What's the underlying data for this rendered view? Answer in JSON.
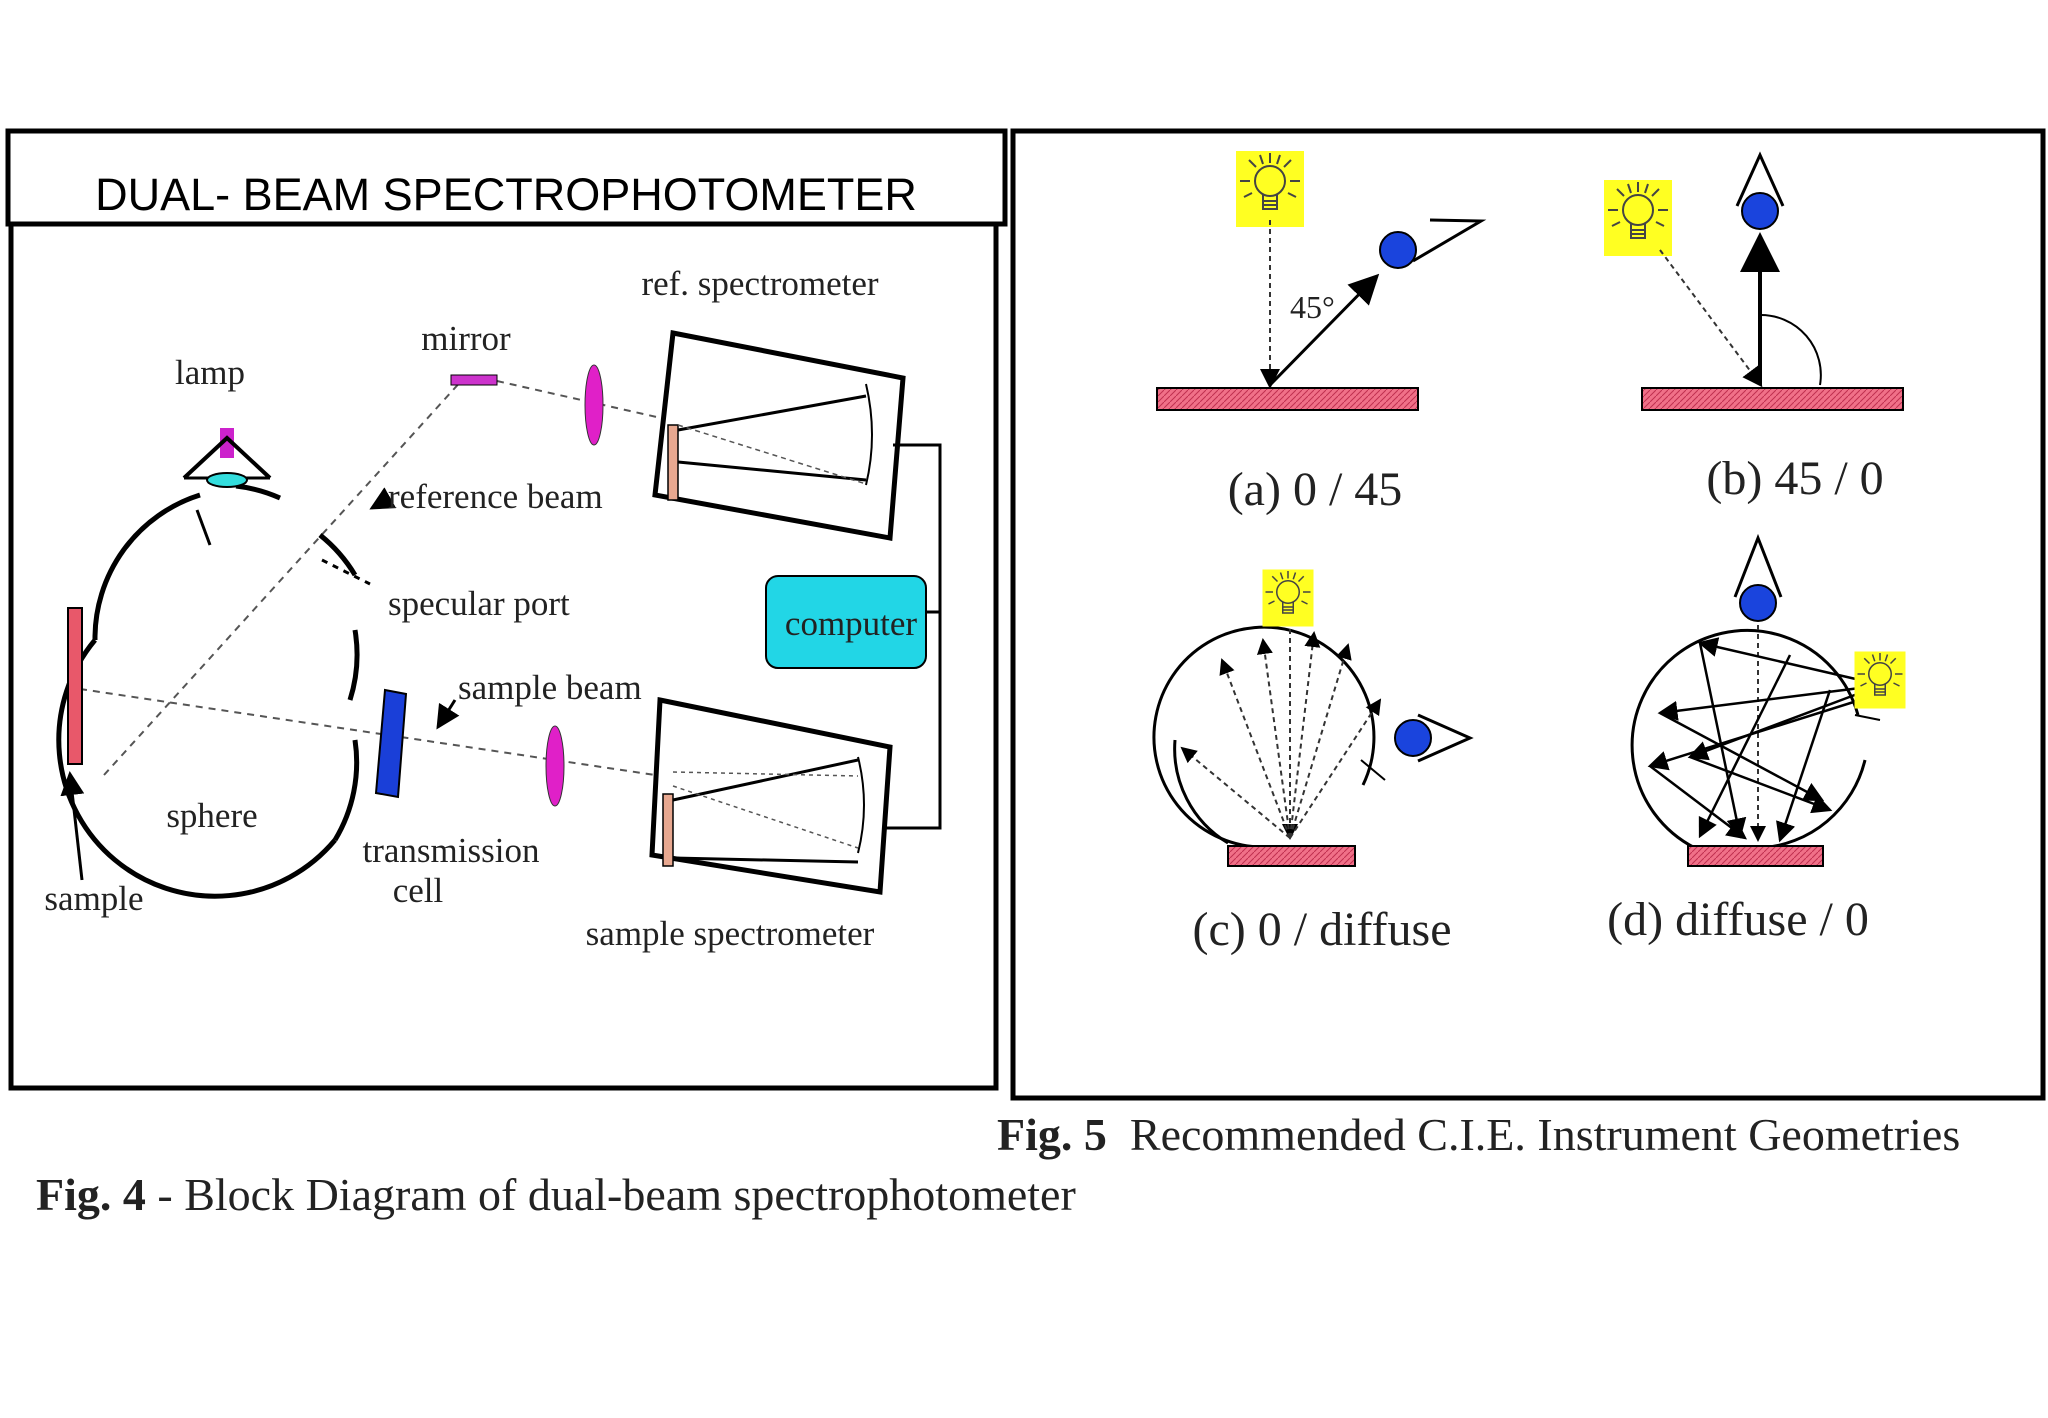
{
  "slide_title": "DUAL- BEAM SPECTROPHOTOMETER",
  "fig4": {
    "labels": {
      "lamp": "lamp",
      "mirror": "mirror",
      "ref_spectrometer": "ref. spectrometer",
      "reference_beam": "reference beam",
      "specular_port": "specular port",
      "computer": "computer",
      "sample_beam": "sample beam",
      "sphere": "sphere",
      "transmission_line1": "transmission",
      "transmission_line2": "cell",
      "sample": "sample",
      "sample_spectrometer": "sample spectrometer"
    },
    "caption_bold": "Fig. 4",
    "caption_rest": " - Block Diagram of dual-beam spectrophotometer"
  },
  "fig5": {
    "angle_label": "45°",
    "sub_a": "(a) 0 / 45",
    "sub_b": "(b) 45 / 0",
    "sub_c": "(c) 0 / diffuse",
    "sub_d": "(d) diffuse / 0",
    "caption_bold": "Fig. 5",
    "caption_rest": "  Recommended C.I.E. Instrument Geometries"
  },
  "colors": {
    "sample_red": "#e8586a",
    "mirror_magenta": "#cc33cc",
    "lens_magenta": "#e020c8",
    "cell_blue": "#1a3fd8",
    "computer_cyan": "#22d6e6",
    "lamp_lens_cyan": "#33dddd",
    "bulb_yellow": "#ffff22",
    "eye_blue": "#1a44dd",
    "plate_pink": "#f07088"
  },
  "icons": [
    "lightbulb-icon",
    "eye-icon"
  ]
}
